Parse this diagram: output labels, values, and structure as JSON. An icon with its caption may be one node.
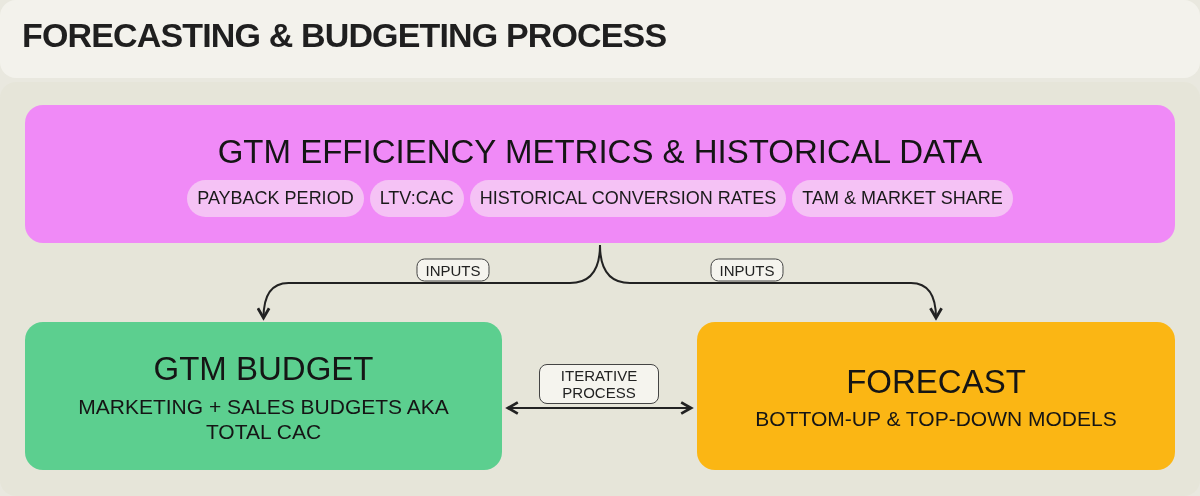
{
  "diagram": {
    "title": "FORECASTING & BUDGETING PROCESS",
    "nodes": [
      {
        "text": [
          "GTM EFFICIENCY METRICS & HISTORICAL DATA"
        ]
      },
      {
        "text": [
          "PAYBACK PERIOD"
        ],
        "in": 0
      },
      {
        "text": [
          "LTV:CAC"
        ],
        "in": 0
      },
      {
        "text": [
          "HISTORICAL CONVERSION RATES"
        ],
        "in": 0
      },
      {
        "text": [
          "TAM & MARKET SHARE"
        ],
        "in": 0
      },
      {
        "text": [
          "GTM BUDGET",
          "MARKETING + SALES BUDGETS AKA TOTAL CAC"
        ]
      },
      {
        "text": [
          "FORECAST",
          "BOTTOM-UP & TOP-DOWN MODELS"
        ]
      }
    ],
    "edges": [
      {
        "from": 0,
        "to": 5,
        "arrow": "to",
        "label": "INPUTS"
      },
      {
        "from": 0,
        "to": 6,
        "arrow": "to",
        "label": "INPUTS"
      },
      {
        "from": 5,
        "to": 6,
        "arrow": "both",
        "label": "ITERATIVE PROCESS"
      }
    ]
  }
}
